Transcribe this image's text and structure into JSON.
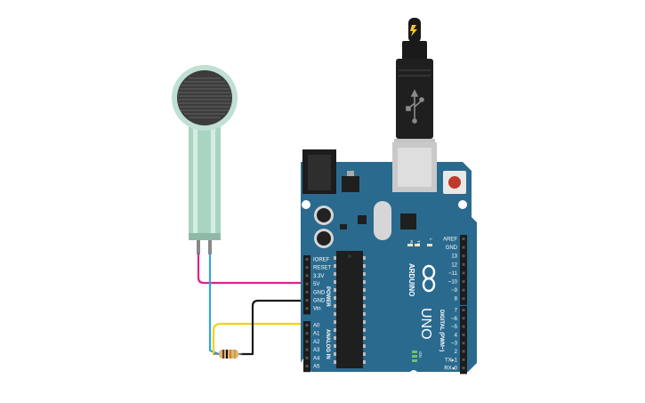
{
  "board": {
    "name": "ARDUINO",
    "model": "UNO",
    "on_label": "ON",
    "tx_label": "TX",
    "rx_label": "RX",
    "l_label": "L",
    "power_header": "POWER",
    "analog_header": "ANALOG IN",
    "digital_header": "DIGITAL (PWM~)",
    "power_pins": [
      "IOREF",
      "RESET",
      "3.3V",
      "5V",
      "GND",
      "GND",
      "Vin"
    ],
    "analog_pins": [
      "A0",
      "A1",
      "A2",
      "A3",
      "A4",
      "A5"
    ],
    "digital_top_pins": [
      "AREF",
      "GND",
      "13",
      "12",
      "~11",
      "~10",
      "~9",
      "8"
    ],
    "digital_bottom_pins": [
      "7",
      "~6",
      "~5",
      "4",
      "~3",
      "2",
      "TX▸1",
      "RX◂0"
    ]
  },
  "colors": {
    "board": "#2b6a8f",
    "wire_5v": "#e0218a",
    "wire_a0": "#f2d21b",
    "wire_gnd": "#1a1a1a",
    "wire_signal": "#2fa6e0",
    "sensor_body": "#9fc8b7",
    "usb_cable": "#1a1a1a"
  }
}
